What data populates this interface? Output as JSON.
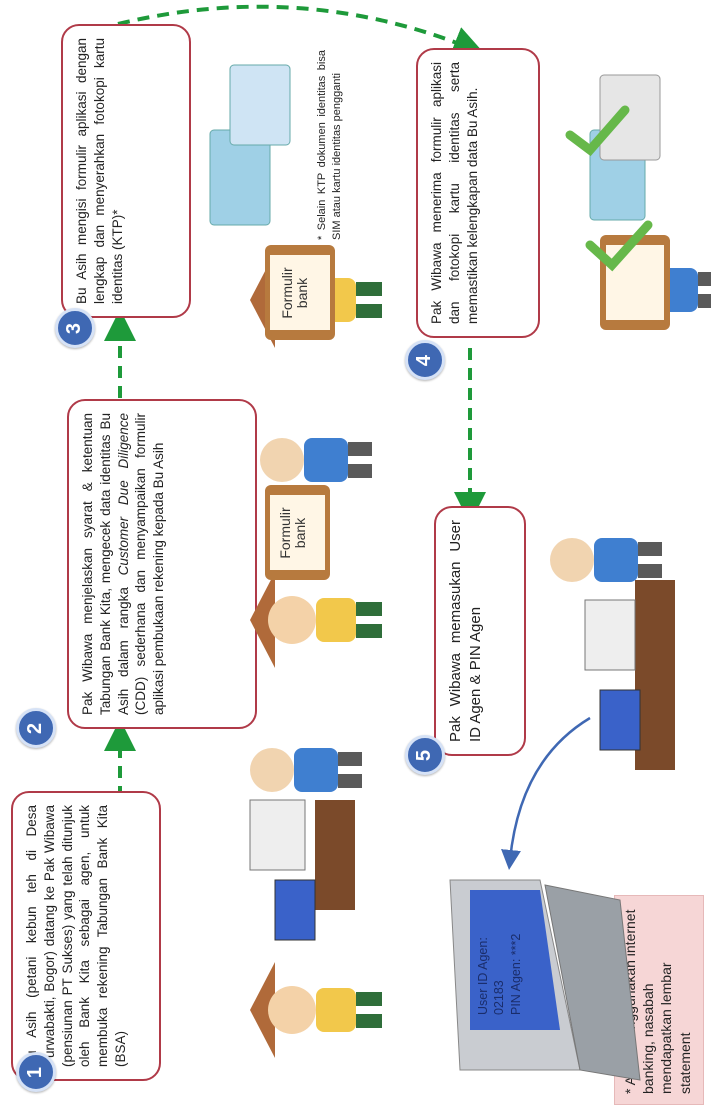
{
  "steps": [
    {
      "number": "1",
      "text": "Bu Asih (petani kebun teh di Desa Purwabakti, Bogor) datang ke Pak Wibawa (pensiunan PT Sukses) yang telah ditunjuk oleh Bank Kita sebagai agen, untuk membuka rekening Tabungan Bank Kita (BSA)"
    },
    {
      "number": "2",
      "text_a": "Pak Wibawa menjelaskan syarat & ketentuan Tabungan Bank Kita, mengecek data identitas Bu Asih dalam rangka ",
      "text_em": "Customer Due Diligence",
      "text_b": " (CDD) sederhana dan menyampaikan formulir aplikasi pembukaan rekening kepada Bu Asih"
    },
    {
      "number": "3",
      "text": "Bu Asih mengisi formulir aplikasi dengan lengkap dan menyerahkan fotokopi kartu identitas (KTP)*"
    },
    {
      "number": "4",
      "text": "Pak Wibawa menerima formulir aplikasi dan fotokopi kartu identitas serta memastikan kelengkapan data Bu Asih."
    },
    {
      "number": "5",
      "text": "Pak Wibawa memasukan User ID Agen & PIN Agen"
    }
  ],
  "id_note": "* Selain KTP dokumen identitas bisa SIM atau kartu identitas pengganti",
  "form_label": "Formulir bank",
  "laptop": {
    "user_label": "User ID Agen:",
    "user_value": "02183",
    "pin_label": "PIN Agen: ***2"
  },
  "footnote": "* Agen menggunakan internet banking, nasabah mendapatkan lembar statement",
  "colors": {
    "box_border": "#b03a48",
    "badge": "#3f68b3",
    "arrow": "#1e9a3a",
    "note_bg": "#f6d6d6"
  }
}
